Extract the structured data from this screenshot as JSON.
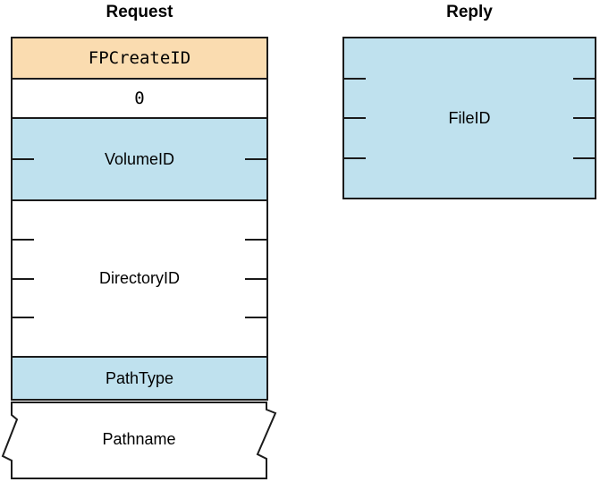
{
  "diagram": {
    "type": "protocol-message-structure",
    "request": {
      "title": "Request",
      "fields": [
        {
          "label": "FPCreateID",
          "fill": "function_code_fill",
          "words": 1,
          "note": "command code, monospace"
        },
        {
          "label": "0",
          "fill": "field_fill_white",
          "words": 1,
          "note": "pad byte, monospace"
        },
        {
          "label": "VolumeID",
          "fill": "field_fill_blue",
          "words": 2
        },
        {
          "label": "DirectoryID",
          "fill": "field_fill_white",
          "words": 4
        },
        {
          "label": "PathType",
          "fill": "field_fill_blue",
          "words": 1
        },
        {
          "label": "Pathname",
          "fill": "field_fill_white",
          "variable_length": true
        }
      ]
    },
    "reply": {
      "title": "Reply",
      "fields": [
        {
          "label": "FileID",
          "fill": "field_fill_blue",
          "words": 4
        }
      ]
    },
    "colors": {
      "function_code_fill": "#fadcb0",
      "field_fill_blue": "#bfe1ee",
      "field_fill_white": "#ffffff",
      "line_color": "#1b1b1b",
      "text_color": "#000000"
    }
  }
}
